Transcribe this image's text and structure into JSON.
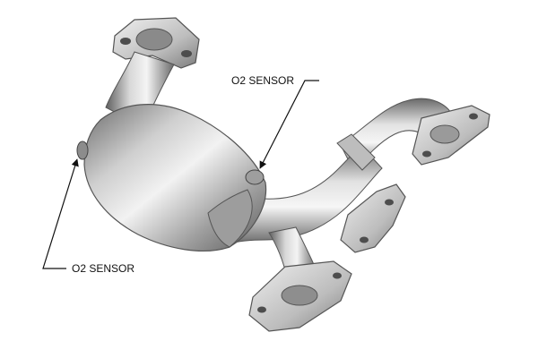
{
  "callouts": [
    {
      "label": "O2 SENSOR"
    },
    {
      "label": "O2 SENSOR"
    }
  ],
  "colors": {
    "background": "#ffffff",
    "metal_dark": "#6e6e6e",
    "metal_mid": "#a9a9a9",
    "metal_light": "#e6e6e6",
    "leader_line": "#111111",
    "label_text": "#111111"
  },
  "icons": {
    "part": "catalytic-converter-manifold-illustration",
    "pointer": "arrowhead"
  }
}
